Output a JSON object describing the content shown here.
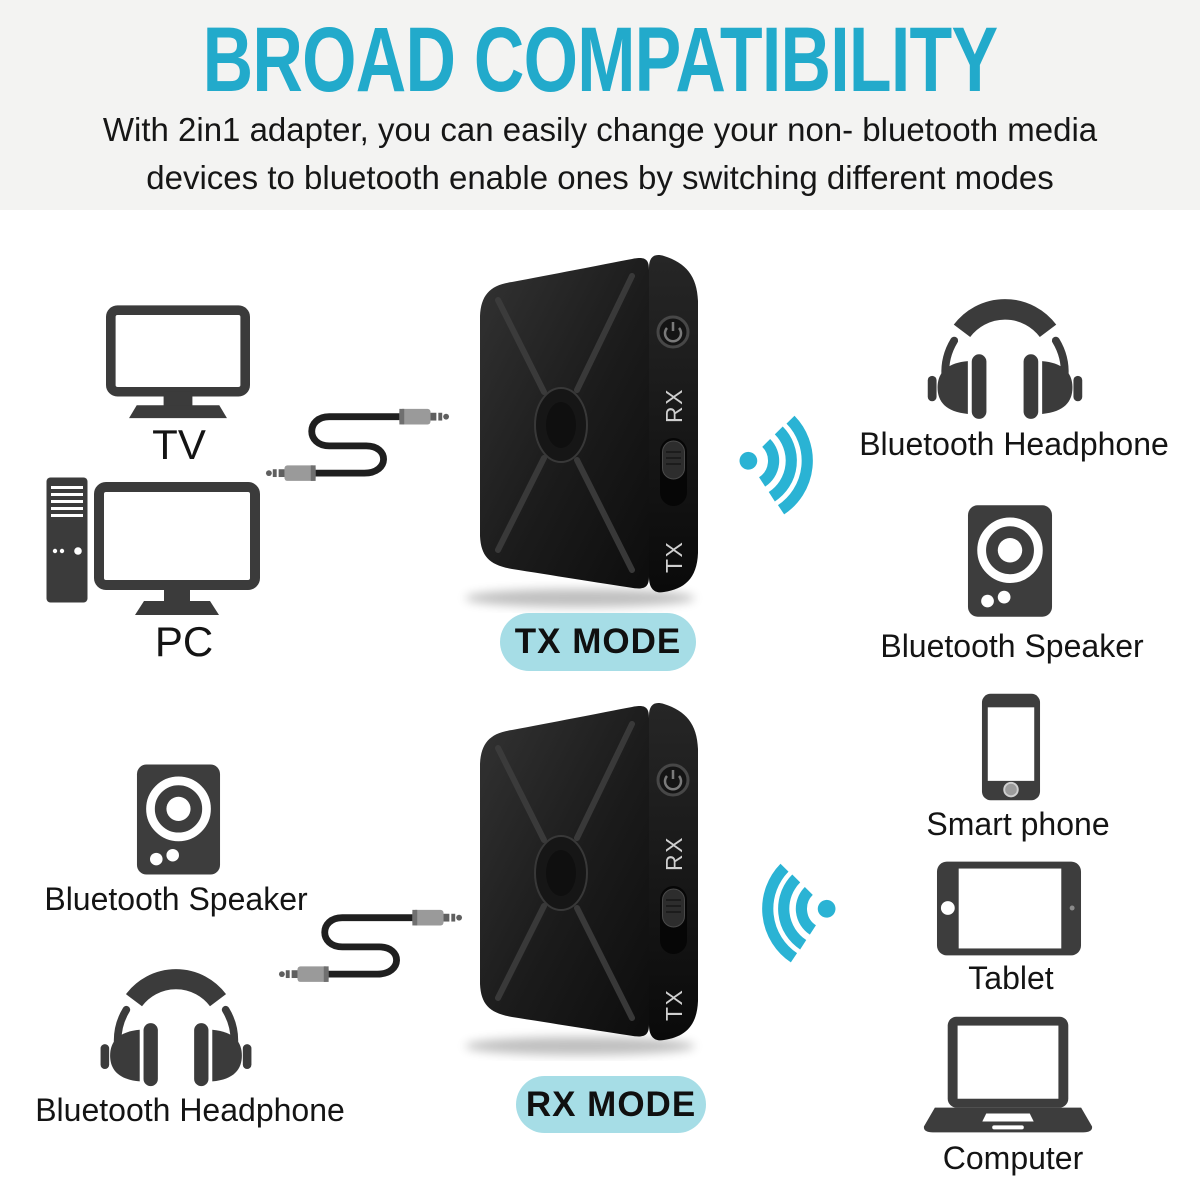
{
  "header": {
    "title": "BROAD COMPATIBILITY",
    "subtitle_line1": "With 2in1 adapter, you can  easily change your non- bluetooth media",
    "subtitle_line2": "devices to bluetooth enable ones by switching different modes"
  },
  "colors": {
    "title_cyan": "#22aacb",
    "wifi_cyan": "#2ab3d4",
    "mode_pill_bg": "#a6dde6",
    "icon_dark": "#3b3b3b",
    "device_black": "#1a1a1a",
    "header_band_bg": "#f3f3f2",
    "text_black": "#141414"
  },
  "adapter": {
    "side_labels": {
      "rx": "RX",
      "tx": "TX"
    }
  },
  "tx_section": {
    "mode_label": "TX MODE",
    "wired_sources": [
      {
        "name": "tv",
        "label": "TV"
      },
      {
        "name": "pc",
        "label": "PC"
      }
    ],
    "bluetooth_targets": [
      {
        "name": "headphone",
        "label": "Bluetooth Headphone"
      },
      {
        "name": "speaker",
        "label": "Bluetooth Speaker"
      }
    ]
  },
  "rx_section": {
    "mode_label": "RX MODE",
    "wired_outputs": [
      {
        "name": "speaker",
        "label": "Bluetooth Speaker"
      },
      {
        "name": "headphone",
        "label": "Bluetooth Headphone"
      }
    ],
    "bluetooth_sources": [
      {
        "name": "smartphone",
        "label": "Smart phone"
      },
      {
        "name": "tablet",
        "label": "Tablet"
      },
      {
        "name": "computer",
        "label": "Computer"
      }
    ]
  },
  "icons": {
    "tv-icon": "monitor outline with stand",
    "pc-icon": "desktop tower + monitor",
    "aux-cable-icon": "S-shaped 3.5mm audio cable",
    "bluetooth-adapter": "black square adapter, X-ridged face, side power button and TX/RX slide switch",
    "wifi-signal-right-icon": "cyan dot with 3 arcs opening right (transmitting)",
    "wifi-signal-left-icon": "cyan dot with 3 arcs opening left (receiving)",
    "headphone-icon": "over-ear headphones silhouette",
    "speaker-icon": "speaker box with white ring driver",
    "smartphone-icon": "portrait phone with home button",
    "tablet-icon": "landscape tablet with home button",
    "laptop-icon": "open laptop silhouette"
  }
}
